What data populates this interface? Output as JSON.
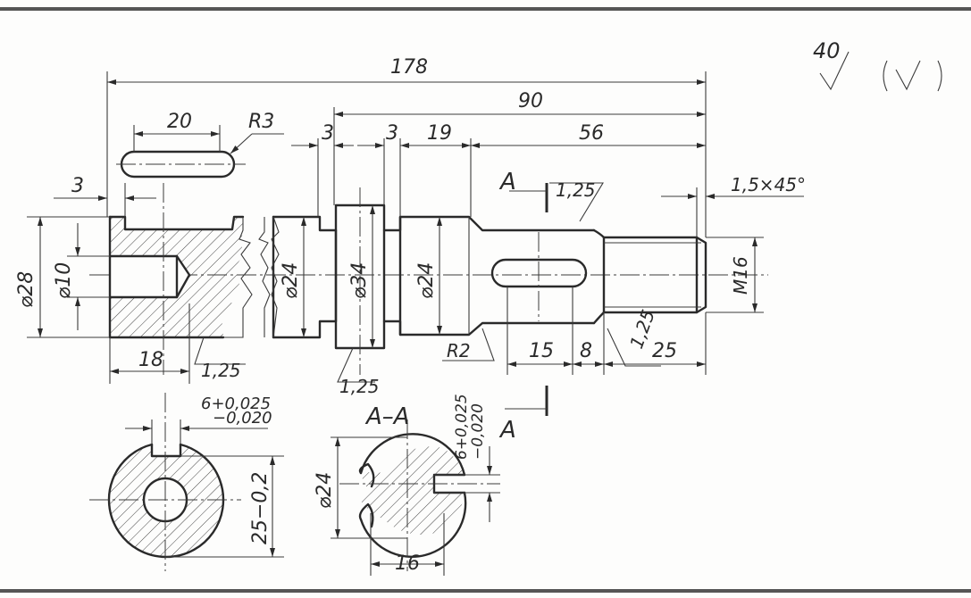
{
  "drawing": {
    "roughness": {
      "value": "40",
      "note": "(✓)"
    },
    "dimensions": {
      "overall_length": "178",
      "length_90": "90",
      "length_56": "56",
      "length_19": "19",
      "collar_left_3": "3",
      "collar_right_3": "3",
      "left_offset_3": "3",
      "slot_left_20": "20",
      "slot_radius": "R3",
      "dia_28": "⌀28",
      "dia_10": "⌀10",
      "dia_24_left": "⌀24",
      "dia_34": "⌀34",
      "dia_24_mid": "⌀24",
      "thread": "M16",
      "chamfer": "1,5×45°",
      "bore_depth_18": "18",
      "finish_left": "1,25",
      "finish_collar": "1,25",
      "finish_shaft": "1,25",
      "finish_step": "1,25",
      "fillet": "R2",
      "key_15": "15",
      "key_8": "8",
      "thread_len_25": "25",
      "section_label_top": "A",
      "section_label_bottom": "A",
      "section_title": "A–A",
      "keyway_tol_left": {
        "upper": "6+0,025",
        "lower": "−0,020"
      },
      "keyway_tol_right": {
        "upper": "6+0,025",
        "lower": "−0,020"
      },
      "dim_25_02": "25−0,2",
      "section_dia_24": "⌀24",
      "section_16": "16"
    }
  }
}
